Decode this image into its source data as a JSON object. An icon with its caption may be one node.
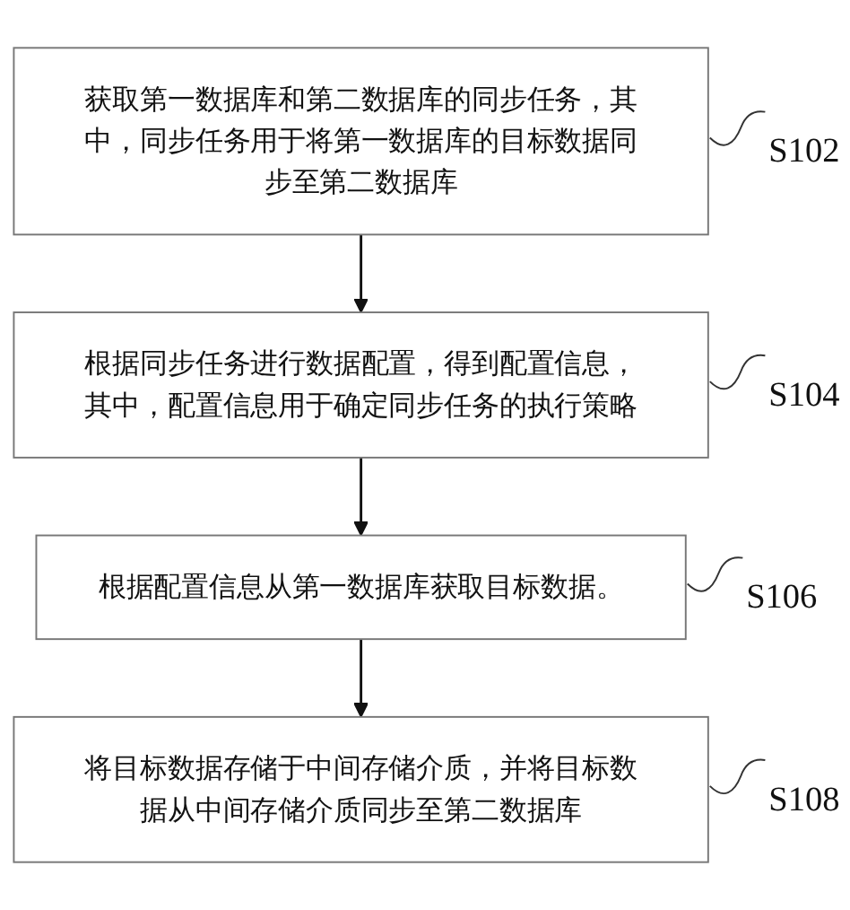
{
  "diagram": {
    "nodes": [
      {
        "text": [
          "获取第一数据库和第二数据库的同步任务，其中，同步任务用于将第一数据库的目标数据同步至第二数据库"
        ]
      },
      {
        "text": [
          "S102"
        ]
      },
      {
        "text": [
          "根据同步任务进行数据配置，得到配置信息，其中，配置信息用于确定同步任务的执行策略"
        ]
      },
      {
        "text": [
          "S104"
        ]
      },
      {
        "text": [
          "根据配置信息从第一数据库获取目标数据。"
        ]
      },
      {
        "text": [
          "S106"
        ]
      },
      {
        "text": [
          "将目标数据存储于中间存储介质，并将目标数据从中间存储介质同步至第二数据库"
        ]
      },
      {
        "text": [
          "S108"
        ]
      }
    ],
    "edges": [
      {
        "from": 1,
        "to": 0,
        "arrow": "none"
      },
      {
        "from": 0,
        "to": 2,
        "arrow": "to"
      },
      {
        "from": 3,
        "to": 2,
        "arrow": "none"
      },
      {
        "from": 2,
        "to": 4,
        "arrow": "to"
      },
      {
        "from": 5,
        "to": 4,
        "arrow": "none"
      },
      {
        "from": 4,
        "to": 6,
        "arrow": "to"
      },
      {
        "from": 7,
        "to": 6,
        "arrow": "none"
      }
    ]
  }
}
